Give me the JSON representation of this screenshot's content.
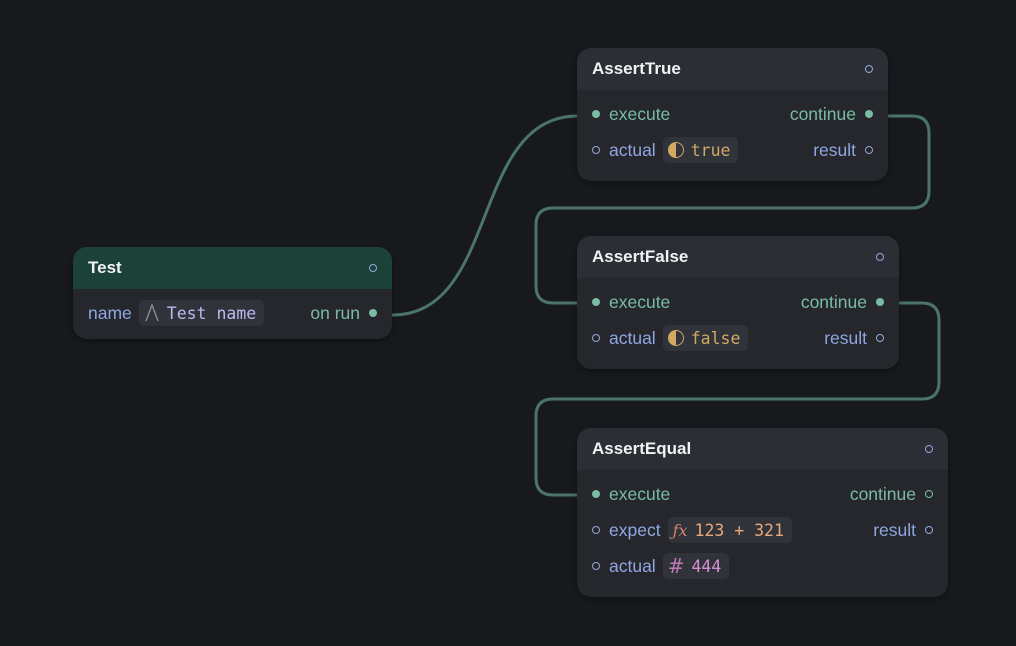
{
  "nodes": {
    "test": {
      "title": "Test",
      "name_label": "name",
      "name_value": "Test name",
      "on_run_label": "on run"
    },
    "assert_true": {
      "title": "AssertTrue",
      "execute_label": "execute",
      "continue_label": "continue",
      "actual_label": "actual",
      "actual_value": "true",
      "result_label": "result"
    },
    "assert_false": {
      "title": "AssertFalse",
      "execute_label": "execute",
      "continue_label": "continue",
      "actual_label": "actual",
      "actual_value": "false",
      "result_label": "result"
    },
    "assert_equal": {
      "title": "AssertEqual",
      "execute_label": "execute",
      "continue_label": "continue",
      "expect_label": "expect",
      "expect_value": "123 + 321",
      "result_label": "result",
      "actual_label": "actual",
      "actual_value": "444"
    }
  },
  "icons": {
    "string": "string-type-icon",
    "boolean": "boolean-type-icon",
    "expression": "fx-expression-icon",
    "number": "hash-number-icon"
  },
  "colors": {
    "canvas": "#17191d",
    "node": "#25272d",
    "header": "#2c2e35",
    "event_header": "#1c4238",
    "exec": "#79bca1",
    "data": "#8fa7e0",
    "edge": "#4b7569"
  }
}
